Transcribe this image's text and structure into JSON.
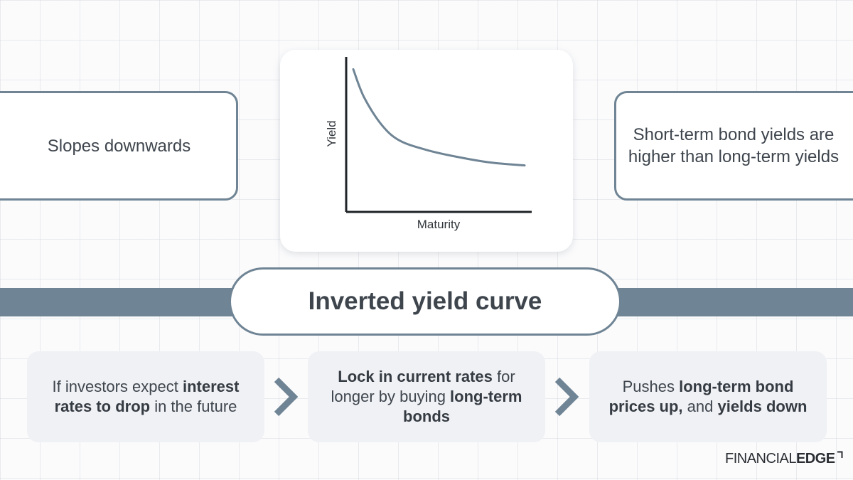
{
  "left_box": {
    "text": "Slopes downwards"
  },
  "right_box": {
    "text": "Short-term bond yields are higher than long-term yields"
  },
  "chart_data": {
    "type": "line",
    "xlabel": "Maturity",
    "ylabel": "Yield",
    "shape": "decreasing convex curve",
    "series": [
      {
        "x": [
          0.04,
          0.1,
          0.2,
          0.3,
          0.45,
          0.6,
          0.8,
          1.0
        ],
        "values": [
          0.92,
          0.74,
          0.56,
          0.46,
          0.4,
          0.36,
          0.32,
          0.3
        ]
      }
    ],
    "xlim": [
      0,
      1.04
    ],
    "ylim": [
      0,
      1
    ],
    "line_color": "#6f8494",
    "axis_color": "#1f2327"
  },
  "title": "Inverted yield curve",
  "steps": [
    {
      "parts": [
        {
          "text": "If investors expect ",
          "bold": false
        },
        {
          "text": "interest rates to drop",
          "bold": true
        },
        {
          "text": " in the future",
          "bold": false
        }
      ]
    },
    {
      "parts": [
        {
          "text": "Lock in current rates",
          "bold": true
        },
        {
          "text": " for longer by buying ",
          "bold": false
        },
        {
          "text": "long-term bonds",
          "bold": true
        }
      ]
    },
    {
      "parts": [
        {
          "text": "Pushes ",
          "bold": false
        },
        {
          "text": "long-term bond prices up,",
          "bold": true
        },
        {
          "text": " and ",
          "bold": false
        },
        {
          "text": "yields down",
          "bold": true
        }
      ]
    }
  ],
  "logo": {
    "part1": "FINANCIAL",
    "part2": "EDGE"
  },
  "colors": {
    "accent": "#6f8494",
    "text": "#3e454d",
    "step_bg": "#f0f1f5"
  }
}
